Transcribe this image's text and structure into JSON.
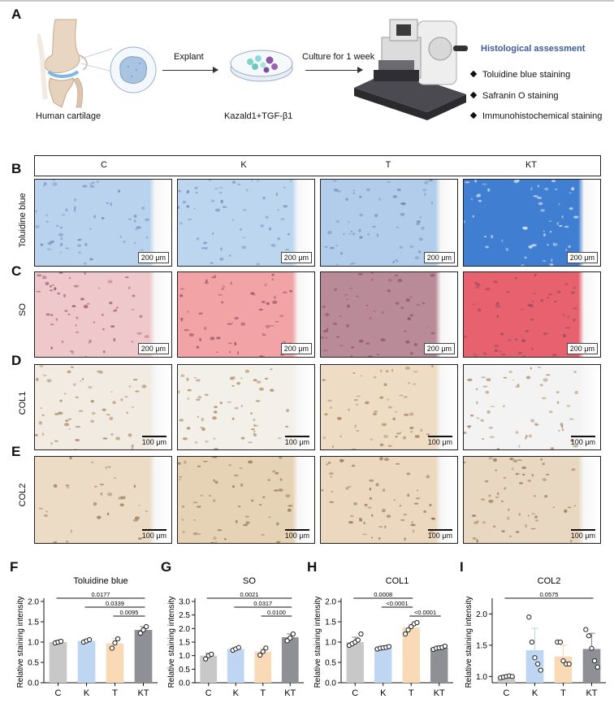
{
  "panels": {
    "A": "A",
    "B": "B",
    "C": "C",
    "D": "D",
    "E": "E",
    "F": "F",
    "G": "G",
    "H": "H",
    "I": "I"
  },
  "workflow": {
    "source_label": "Human cartilage",
    "step1_label": "Explant",
    "treatment_label": "Kazald1+TGF-β1",
    "step2_label": "Culture for 1 week",
    "assessment_title": "Histological assessment",
    "assessments": [
      "Toluidine blue staining",
      "Safranin O staining",
      "Immunohistochemical staining"
    ]
  },
  "groups": [
    "C",
    "K",
    "T",
    "KT"
  ],
  "rows": [
    {
      "label": "Toluidine blue",
      "scale": "200 μm",
      "style": "boxed"
    },
    {
      "label": "SO",
      "scale": "200 μm",
      "style": "boxed"
    },
    {
      "label": "COL1",
      "scale": "100 μm",
      "style": "plain"
    },
    {
      "label": "COL2",
      "scale": "100 μm",
      "style": "plain"
    }
  ],
  "image_colors": {
    "tb": [
      "#b9d3ee",
      "#bcd6f0",
      "#b2cdec",
      "#3f7ed0"
    ],
    "so": [
      "#efc8cb",
      "#f1a3a6",
      "#b98a97",
      "#e7616f"
    ],
    "col1": [
      "#f1ebe2",
      "#f3efe9",
      "#eedcc5",
      "#f4f3f3"
    ],
    "col2": [
      "#ecdcc6",
      "#e6d2b5",
      "#ecd7bf",
      "#e9d8c1"
    ]
  },
  "bar_colors": [
    "#c8c8c8",
    "#bfd6f2",
    "#f9d9b6",
    "#8f8f96"
  ],
  "chart_data": [
    {
      "type": "bar",
      "title": "Toluidine blue",
      "ylabel": "Relative staining intensity",
      "categories": [
        "C",
        "K",
        "T",
        "KT"
      ],
      "values": [
        1.0,
        1.03,
        0.97,
        1.3
      ],
      "errors": [
        0.04,
        0.04,
        0.12,
        0.08
      ],
      "points": [
        [
          0.98,
          1.0,
          1.02
        ],
        [
          1.0,
          1.03,
          1.06
        ],
        [
          0.85,
          0.98,
          1.08
        ],
        [
          1.22,
          1.3,
          1.38
        ]
      ],
      "ylim": [
        0,
        2.0
      ],
      "yticks": [
        0,
        0.5,
        1.0,
        1.5,
        2.0
      ],
      "comparisons": [
        {
          "from": 0,
          "to": 3,
          "p": "0.0177"
        },
        {
          "from": 1,
          "to": 3,
          "p": "0.0339"
        },
        {
          "from": 2,
          "to": 3,
          "p": "0.0095"
        }
      ]
    },
    {
      "type": "bar",
      "title": "SO",
      "ylabel": "Relative staining intensity",
      "categories": [
        "C",
        "K",
        "T",
        "KT"
      ],
      "values": [
        1.0,
        1.25,
        1.15,
        1.68
      ],
      "errors": [
        0.08,
        0.05,
        0.12,
        0.12
      ],
      "points": [
        [
          0.88,
          1.0,
          1.05
        ],
        [
          1.2,
          1.25,
          1.3
        ],
        [
          1.02,
          1.15,
          1.28
        ],
        [
          1.55,
          1.65,
          1.8
        ]
      ],
      "ylim": [
        0,
        3.0
      ],
      "yticks": [
        0,
        0.5,
        1.0,
        1.5,
        2.0,
        2.5,
        3.0
      ],
      "comparisons": [
        {
          "from": 0,
          "to": 3,
          "p": "0.0021"
        },
        {
          "from": 1,
          "to": 3,
          "p": "0.0317"
        },
        {
          "from": 2,
          "to": 3,
          "p": "0.0100"
        }
      ]
    },
    {
      "type": "bar",
      "title": "COL1",
      "ylabel": "Relative staining intensity",
      "categories": [
        "C",
        "K",
        "T",
        "KT"
      ],
      "values": [
        1.0,
        0.86,
        1.36,
        0.86
      ],
      "errors": [
        0.12,
        0.03,
        0.08,
        0.04
      ],
      "points": [
        [
          0.92,
          0.96,
          1.0,
          1.05,
          1.2
        ],
        [
          0.83,
          0.85,
          0.86,
          0.87,
          0.89
        ],
        [
          1.2,
          1.3,
          1.38,
          1.45,
          1.48
        ],
        [
          0.82,
          0.85,
          0.86,
          0.87,
          0.9
        ]
      ],
      "ylim": [
        0,
        2.0
      ],
      "yticks": [
        0,
        0.5,
        1.0,
        1.5,
        2.0
      ],
      "comparisons": [
        {
          "from": 0,
          "to": 2,
          "p": "0.0008"
        },
        {
          "from": 1,
          "to": 2,
          "p": "<0.0001"
        },
        {
          "from": 2,
          "to": 3,
          "p": "<0.0001"
        }
      ]
    },
    {
      "type": "bar",
      "title": "COL2",
      "ylabel": "Relative staining intensity",
      "categories": [
        "C",
        "K",
        "T",
        "KT"
      ],
      "values": [
        1.0,
        1.42,
        1.32,
        1.44
      ],
      "errors": [
        0.02,
        0.35,
        0.18,
        0.25
      ],
      "points": [
        [
          0.98,
          0.99,
          1.0,
          1.01,
          1.0
        ],
        [
          1.95,
          1.55,
          1.3,
          1.2,
          1.1
        ],
        [
          1.55,
          1.55,
          1.25,
          1.2,
          1.2
        ],
        [
          1.75,
          1.65,
          1.45,
          1.25,
          1.15
        ]
      ],
      "ylim": [
        0.9,
        2.2
      ],
      "yticks": [
        1.0,
        1.5,
        2.0
      ],
      "comparisons": [
        {
          "from": 0,
          "to": 3,
          "p": "0.0575"
        }
      ]
    }
  ]
}
